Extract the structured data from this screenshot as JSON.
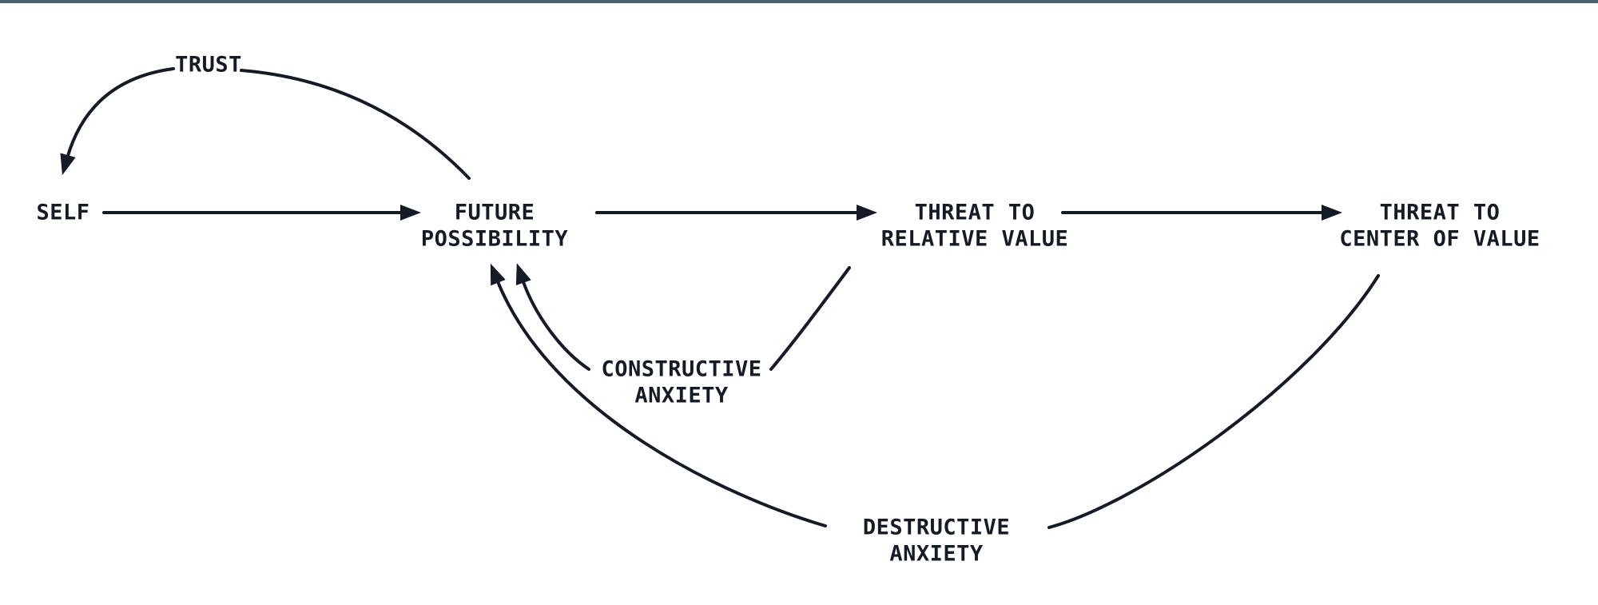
{
  "page": {
    "background_color": "#ffffff",
    "top_border_color": "#48636e",
    "ink_color": "#141a26"
  },
  "diagram": {
    "nodes": [
      {
        "id": "self",
        "lines": [
          "SELF"
        ]
      },
      {
        "id": "future-possibility",
        "lines": [
          "FUTURE",
          "POSSIBILITY"
        ]
      },
      {
        "id": "threat-to-relative-value",
        "lines": [
          "THREAT TO",
          "RELATIVE VALUE"
        ]
      },
      {
        "id": "threat-to-center-of-value",
        "lines": [
          "THREAT TO",
          "CENTER OF VALUE"
        ]
      }
    ],
    "edge_labels": [
      {
        "id": "trust",
        "lines": [
          "TRUST"
        ]
      },
      {
        "id": "constructive-anxiety",
        "lines": [
          "CONSTRUCTIVE",
          "ANXIETY"
        ]
      },
      {
        "id": "destructive-anxiety",
        "lines": [
          "DESTRUCTIVE",
          "ANXIETY"
        ]
      }
    ],
    "edges": [
      {
        "from": "self",
        "to": "future-possibility",
        "label": ""
      },
      {
        "from": "future-possibility",
        "to": "threat-to-relative-value",
        "label": ""
      },
      {
        "from": "threat-to-relative-value",
        "to": "threat-to-center-of-value",
        "label": ""
      },
      {
        "from": "future-possibility",
        "to": "self",
        "label": "TRUST"
      },
      {
        "from": "threat-to-relative-value",
        "to": "future-possibility",
        "label": "CONSTRUCTIVE ANXIETY"
      },
      {
        "from": "threat-to-center-of-value",
        "to": "future-possibility",
        "label": "DESTRUCTIVE ANXIETY"
      }
    ]
  }
}
